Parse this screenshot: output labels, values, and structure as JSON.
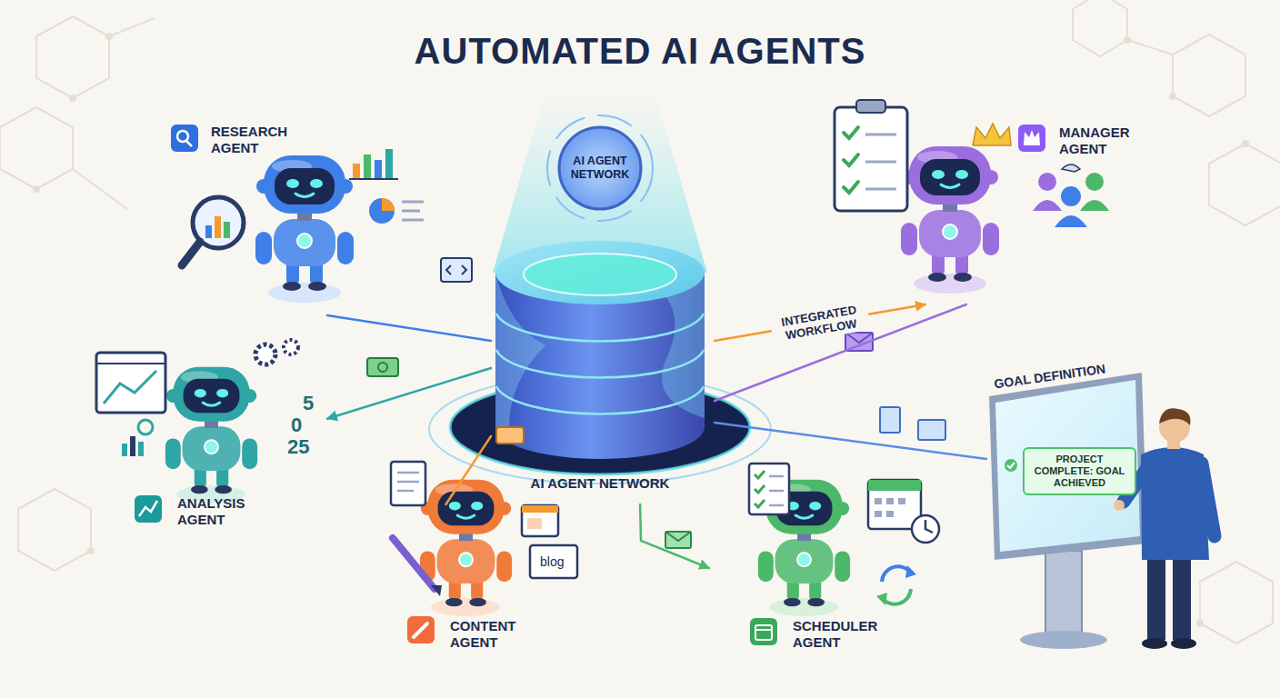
{
  "diagram": {
    "title": "AUTOMATED AI AGENTS",
    "nodes": [
      {
        "text": [
          "RESEARCH AGENT"
        ]
      },
      {
        "text": [
          "AI AGENT NETWORK"
        ]
      },
      {
        "text": [
          "MANAGER AGENT"
        ]
      },
      {
        "text": [
          "AI AGENT NETWORK"
        ]
      },
      {
        "text": [
          "ANALYSIS AGENT"
        ]
      },
      {
        "text": [
          "GOAL DEFINITION",
          "PROJECT COMPLETE: GOAL ACHIEVED"
        ]
      },
      {
        "text": [
          "CONTENT AGENT"
        ]
      },
      {
        "text": [
          "SCHEDULER AGENT"
        ]
      }
    ],
    "edges": [
      {
        "from": 3,
        "to": 0,
        "arrow": "none"
      },
      {
        "from": 3,
        "to": 2,
        "arrow": "to",
        "label": "INTEGRATED WORKFLOW"
      },
      {
        "from": 3,
        "to": 2,
        "arrow": "none"
      },
      {
        "from": 3,
        "to": 4,
        "arrow": "to"
      },
      {
        "from": 3,
        "to": 6,
        "arrow": "none"
      },
      {
        "from": 3,
        "to": 7,
        "arrow": "to"
      },
      {
        "from": 3,
        "to": 5,
        "arrow": "none"
      }
    ],
    "labels": [
      "5",
      "0",
      "25",
      "blog"
    ]
  }
}
